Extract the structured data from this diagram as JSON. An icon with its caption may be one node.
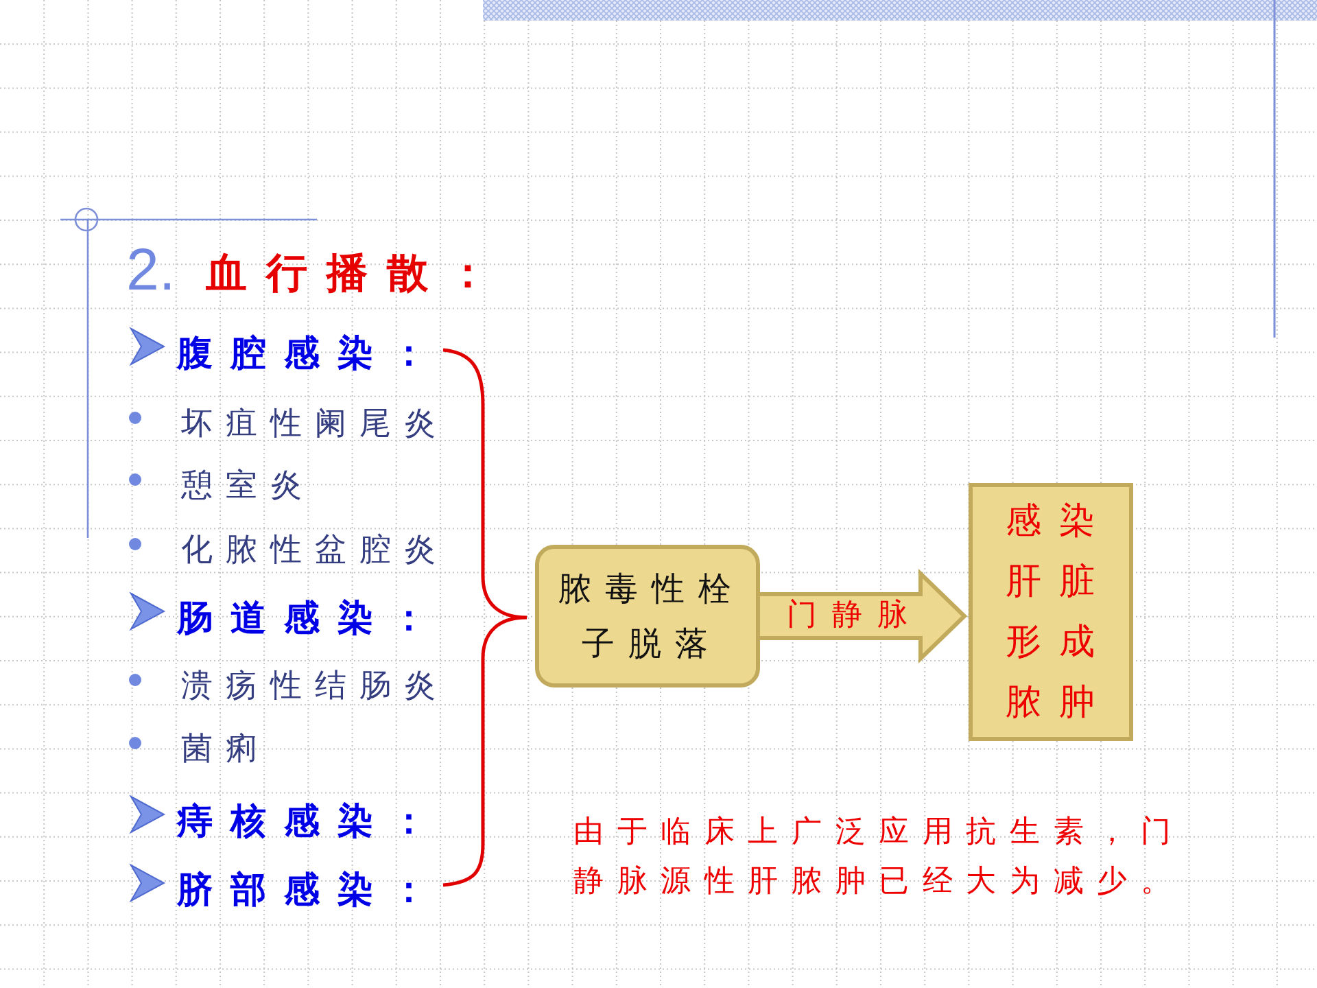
{
  "diagram": {
    "title": "血行播散：",
    "nodes": [
      {
        "text": [
          "脓毒性栓子脱落"
        ]
      },
      {
        "text": [
          "感染肝脏形成脓肿"
        ]
      }
    ],
    "edges": [
      {
        "from": 0,
        "to": 1,
        "arrow": "to",
        "label": "门静脉"
      }
    ],
    "labels": [
      "2.",
      "腹腔感染：",
      "坏疽性阑尾炎",
      "憩室炎",
      "化脓性盆腔炎",
      "肠道感染：",
      "溃疡性结肠炎",
      "菌痢",
      "痔核感染：",
      "脐部感染：",
      "由于临床上广泛应用抗生素，门静脉源性肝脓肿已经大为减少。"
    ]
  }
}
